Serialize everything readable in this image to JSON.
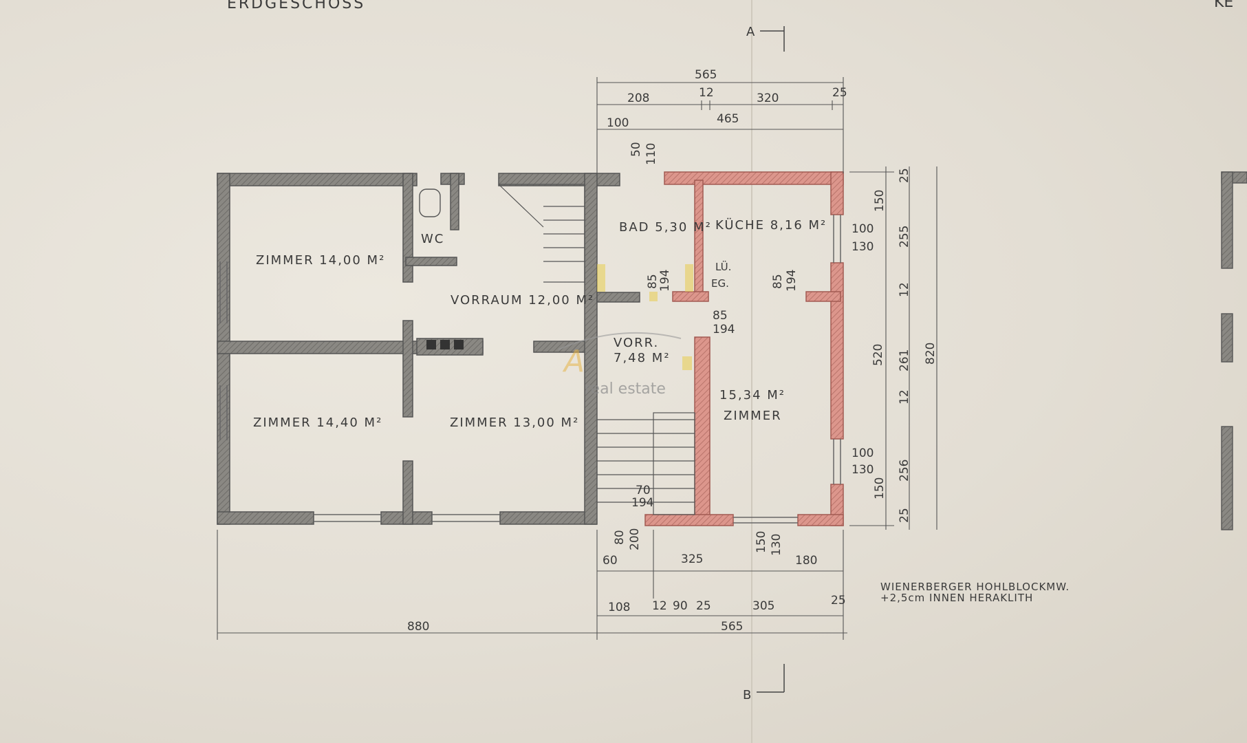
{
  "sheet": {
    "title": "ERDGESCHOSS",
    "title_right_fragment": "KE",
    "section_top": "A",
    "section_bottom": "B"
  },
  "rooms": [
    {
      "id": "zimmer-nw",
      "label": "ZIMMER  14,00 M²"
    },
    {
      "id": "wc",
      "label": "WC"
    },
    {
      "id": "vorraum",
      "label": "VORRAUM  12,00 M²"
    },
    {
      "id": "bad",
      "label": "BAD  5,30 M²"
    },
    {
      "id": "kueche",
      "label": "KÜCHE  8,16 M²"
    },
    {
      "id": "zimmer-sw",
      "label": "ZIMMER  14,40 M²"
    },
    {
      "id": "zimmer-s",
      "label": "ZIMMER  13,00 M²"
    },
    {
      "id": "vorr",
      "label": "VORR."
    },
    {
      "id": "vorr-area",
      "label": "7,48 M²"
    },
    {
      "id": "zimmer-e-area",
      "label": "15,34 M²"
    },
    {
      "id": "zimmer-e",
      "label": "ZIMMER"
    },
    {
      "id": "lue",
      "label": "LÜ."
    },
    {
      "id": "eg",
      "label": "EG."
    }
  ],
  "dimensions": {
    "top_total": "565",
    "top_208": "208",
    "top_12": "12",
    "top_320": "320",
    "top_25": "25",
    "top_100": "100",
    "top_465": "465",
    "v_50": "50",
    "v_110": "110",
    "door_85_194_a": "85",
    "door_85_194_a2": "194",
    "door_85_194_b": "85",
    "door_85_194_b2": "194",
    "door_85_194_c": "85",
    "door_85_194_c2": "194",
    "door_70": "70",
    "door_194": "194",
    "right_100a": "100",
    "right_130a": "130",
    "right_100b": "100",
    "right_130b": "130",
    "right_150a": "150",
    "right_150b": "150",
    "right_520": "520",
    "far_25a": "25",
    "far_255": "255",
    "far_12a": "12",
    "far_261": "261",
    "far_12b": "12",
    "far_256": "256",
    "far_25b": "25",
    "far_820": "820",
    "bottom_60": "60",
    "bottom_80": "80",
    "bottom_200": "200",
    "bottom_325": "325",
    "bottom_150": "150",
    "bottom_130": "130",
    "bottom_180": "180",
    "bottom_108": "108",
    "bottom_12": "12",
    "bottom_90": "90",
    "bottom_25": "25",
    "bottom_305": "305",
    "bottom_25b": "25",
    "bottom_880": "880",
    "bottom_565": "565"
  },
  "notes": {
    "line1": "WIENERBERGER HOHLBLOCKMW.",
    "line2": "+2,5cm INNEN HERAKLITH"
  },
  "watermark": {
    "logo": "A",
    "text": "real estate"
  },
  "colors": {
    "wall_existing": "#7f7d78",
    "wall_new": "#d88f86",
    "highlight": "#e8cf5a",
    "ink": "#3a3a3a"
  }
}
